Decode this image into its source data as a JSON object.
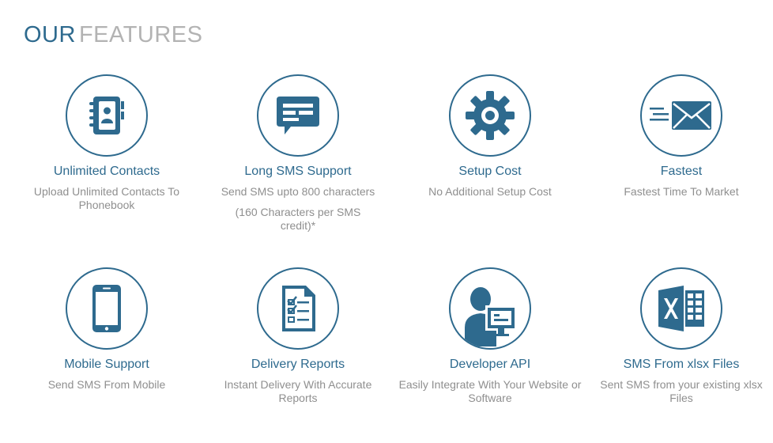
{
  "heading": {
    "word1": "OUR",
    "word2": "FEATURES"
  },
  "colors": {
    "primary": "#2e6a8e",
    "muted": "#8f8f8f",
    "heading_light": "#b3b3b3"
  },
  "features": [
    {
      "icon": "contacts-book-icon",
      "title": "Unlimited Contacts",
      "desc": "Upload Unlimited Contacts To Phonebook"
    },
    {
      "icon": "sms-bubble-icon",
      "title": "Long SMS Support",
      "desc": "Send SMS upto 800 characters",
      "note": "(160 Characters per SMS credit)*"
    },
    {
      "icon": "gear-icon",
      "title": "Setup Cost",
      "desc": "No Additional Setup Cost"
    },
    {
      "icon": "fast-envelope-icon",
      "title": "Fastest",
      "desc": "Fastest Time To Market"
    },
    {
      "icon": "mobile-phone-icon",
      "title": "Mobile Support",
      "desc": "Send SMS From Mobile"
    },
    {
      "icon": "report-checklist-icon",
      "title": "Delivery Reports",
      "desc": "Instant Delivery With Accurate Reports"
    },
    {
      "icon": "developer-monitor-icon",
      "title": "Developer API",
      "desc": "Easily Integrate With Your Website or Software"
    },
    {
      "icon": "excel-file-icon",
      "title": "SMS From xlsx Files",
      "desc": "Sent SMS from your existing xlsx Files"
    }
  ]
}
